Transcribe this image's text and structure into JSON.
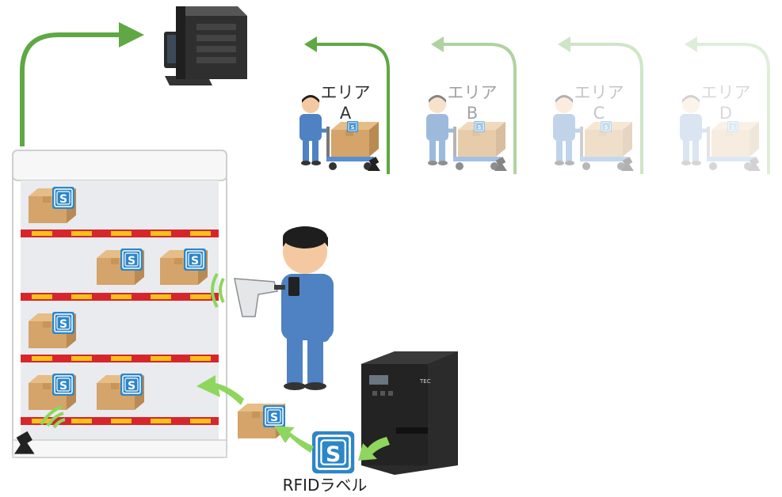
{
  "areas": [
    {
      "line1": "エリア",
      "line2": "A"
    },
    {
      "line1": "エリア",
      "line2": "B"
    },
    {
      "line1": "エリア",
      "line2": "C"
    },
    {
      "line1": "エリア",
      "line2": "D"
    }
  ],
  "rfid_label": "RFIDラベル",
  "printer_brand": "TEC",
  "tag_glyph": "S",
  "colors": {
    "arrow_green": "#5fa844",
    "arrow_light": "#8ed65e",
    "shelf_red": "#d7262b",
    "shelf_yellow": "#f6c11a",
    "box": "#d4a46a",
    "tag_blue": "#2d86c8",
    "worker_blue": "#4e82c3"
  },
  "icons": [
    "pc-tower-icon",
    "monitor-icon",
    "keyboard-icon",
    "shelf-icon",
    "cardboard-box-icon",
    "rfid-tag-icon",
    "antenna-icon",
    "handheld-reader-icon",
    "label-printer-icon",
    "worker-icon",
    "cart-icon",
    "signal-wave-icon"
  ]
}
